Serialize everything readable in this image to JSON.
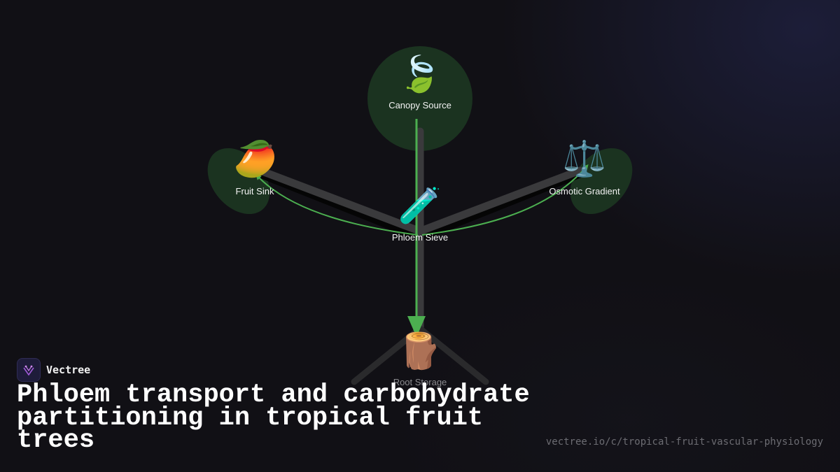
{
  "brand": {
    "name": "Vectree"
  },
  "title": "Phloem transport and carbohydrate partitioning in tropical fruit trees",
  "url": "vectree.io/c/tropical-fruit-vascular-physiology",
  "nodes": {
    "canopy": {
      "label": "Canopy Source",
      "icon": "🍃",
      "icon_name": "leaf-icon"
    },
    "fruit": {
      "label": "Fruit Sink",
      "icon": "🥭",
      "icon_name": "mango-icon"
    },
    "osmotic": {
      "label": "Osmotic Gradient",
      "icon": "⚖️",
      "icon_name": "balance-scale-icon"
    },
    "phloem": {
      "label": "Phloem Sieve",
      "icon": "🧪",
      "icon_name": "test-tube-icon"
    },
    "root": {
      "label": "Root Storage",
      "icon": "🪵",
      "icon_name": "wood-log-icon"
    }
  },
  "colors": {
    "background": "#111015",
    "node_fill": "#1b3320",
    "flow_arrow": "#4caf50",
    "branch": "#3a3a3c"
  }
}
